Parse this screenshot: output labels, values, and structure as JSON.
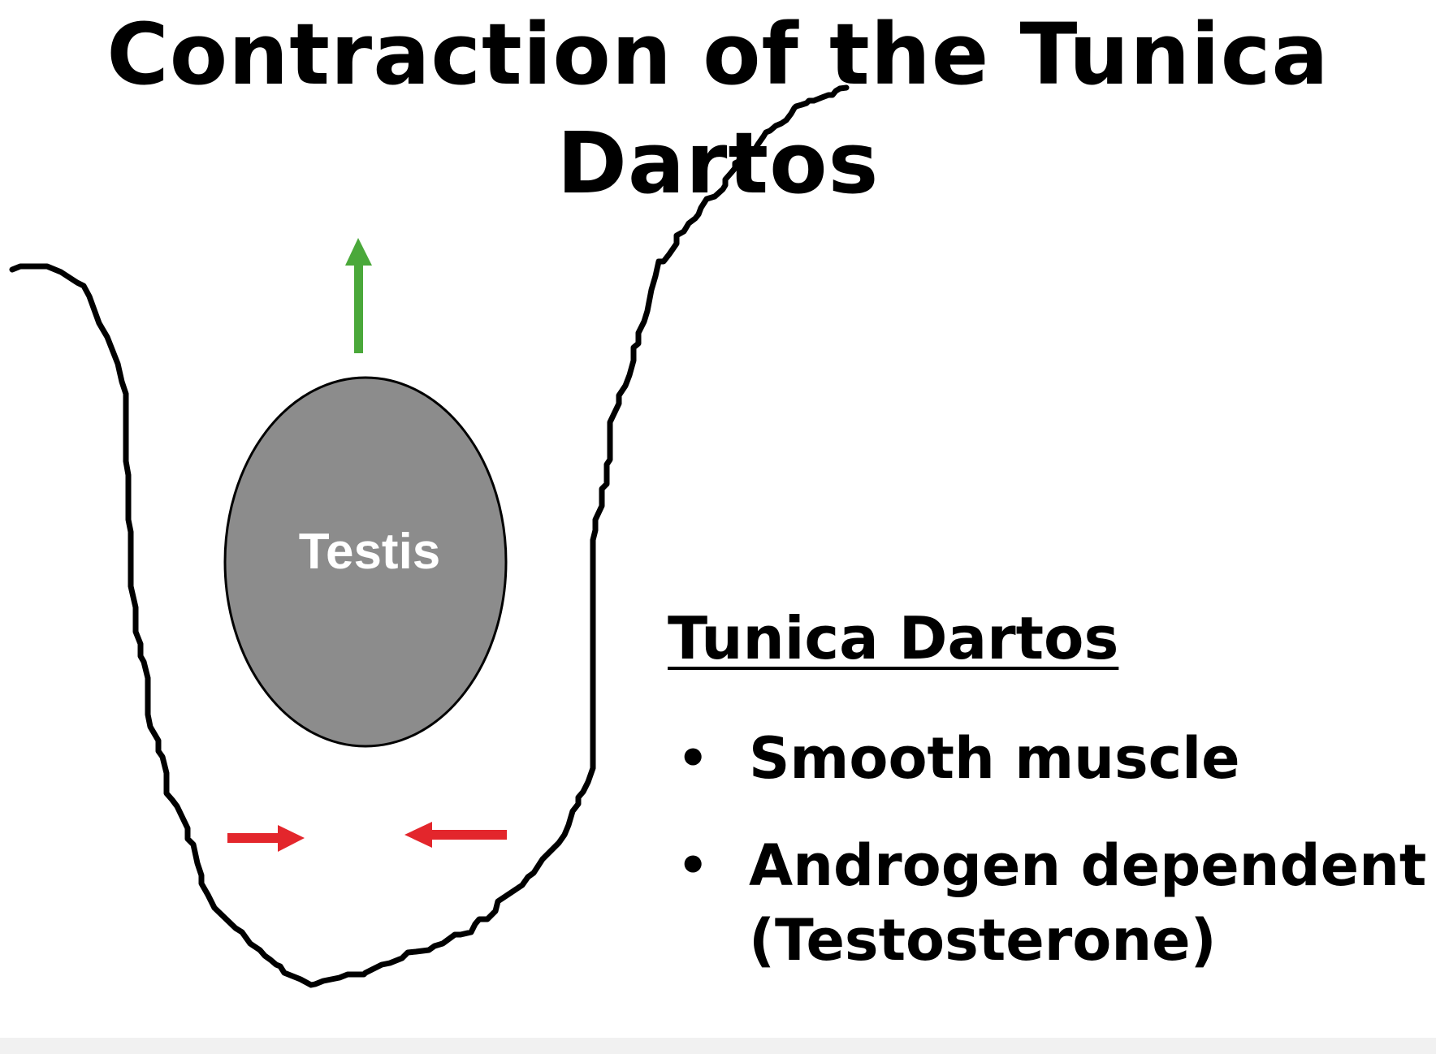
{
  "title_line1": "Contraction of the Tunica",
  "title_line2": "Dartos",
  "testis_label": "Testis",
  "info": {
    "heading": "Tunica Dartos",
    "bullets": [
      {
        "text": "Smooth muscle",
        "sub": ""
      },
      {
        "text": "Androgen dependent",
        "sub": "(Testosterone)"
      }
    ],
    "bullet_glyph": "•"
  },
  "colors": {
    "outline": "#000000",
    "testis_fill": "#8c8c8c",
    "arrow_up": "#4aa83a",
    "arrow_inward": "#e3262c"
  }
}
